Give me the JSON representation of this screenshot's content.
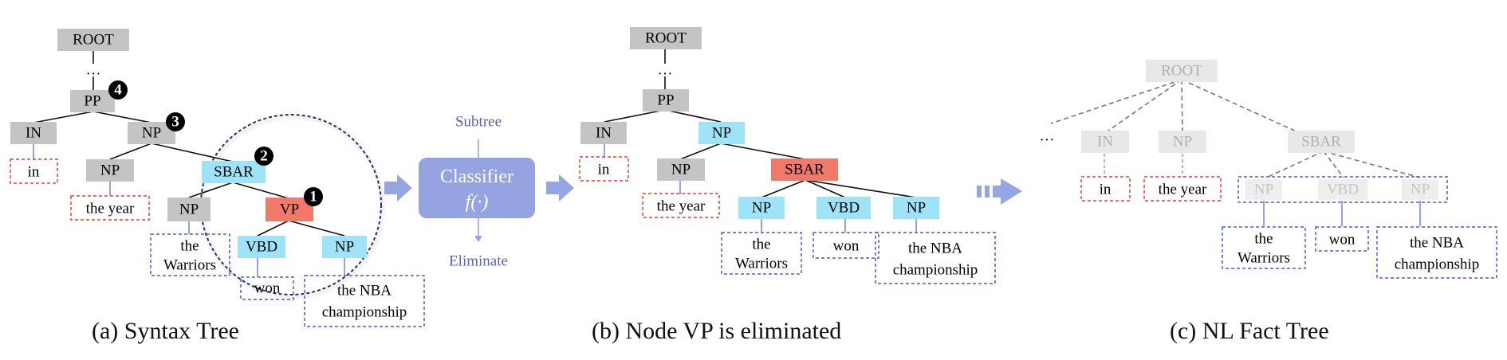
{
  "colors": {
    "gray": "#c4c4c4",
    "cyan": "#9ee3f8",
    "red": "#f0796a",
    "faded": "#e8e8e8",
    "red_dash": "#e8402c",
    "blue_dash": "#4f5bd5",
    "arrow": "#96a6e2",
    "classifier": "#95a3e0",
    "classifier_text": "#ffffff",
    "side_text": "#5563b0"
  },
  "panel_a": {
    "root": "ROOT",
    "ellipsis": "…",
    "pp": "PP",
    "in": "IN",
    "np_top": "NP",
    "np_year": "NP",
    "sbar": "SBAR",
    "np_warriors": "NP",
    "vp": "VP",
    "vbd": "VBD",
    "np_nba": "NP",
    "leaf_in": "in",
    "leaf_year": "the year",
    "leaf_warriors_1": "the",
    "leaf_warriors_2": "Warriors",
    "leaf_won": "won",
    "leaf_nba_1": "the NBA",
    "leaf_nba_2": "championship",
    "badge_1": "1",
    "badge_2": "2",
    "badge_3": "3",
    "badge_4": "4",
    "caption": "(a) Syntax Tree"
  },
  "classifier": {
    "subtree": "Subtree",
    "title": "Classifier",
    "formula": "f(·)",
    "eliminate": "Eliminate"
  },
  "panel_b": {
    "root": "ROOT",
    "ellipsis": "…",
    "pp": "PP",
    "in": "IN",
    "np_top": "NP",
    "np_year": "NP",
    "sbar": "SBAR",
    "np_warriors": "NP",
    "vbd": "VBD",
    "np_nba": "NP",
    "leaf_in": "in",
    "leaf_year": "the year",
    "leaf_warriors_1": "the",
    "leaf_warriors_2": "Warriors",
    "leaf_won": "won",
    "leaf_nba_1": "the NBA",
    "leaf_nba_2": "championship",
    "caption": "(b) Node VP is eliminated"
  },
  "panel_c": {
    "root": "ROOT",
    "ellipsis": "…",
    "in": "IN",
    "np": "NP",
    "sbar": "SBAR",
    "np_warriors": "NP",
    "vbd": "VBD",
    "np_nba": "NP",
    "leaf_in": "in",
    "leaf_year": "the year",
    "leaf_warriors_1": "the",
    "leaf_warriors_2": "Warriors",
    "leaf_won": "won",
    "leaf_nba_1": "the NBA",
    "leaf_nba_2": "championship",
    "caption": "(c) NL Fact Tree"
  }
}
